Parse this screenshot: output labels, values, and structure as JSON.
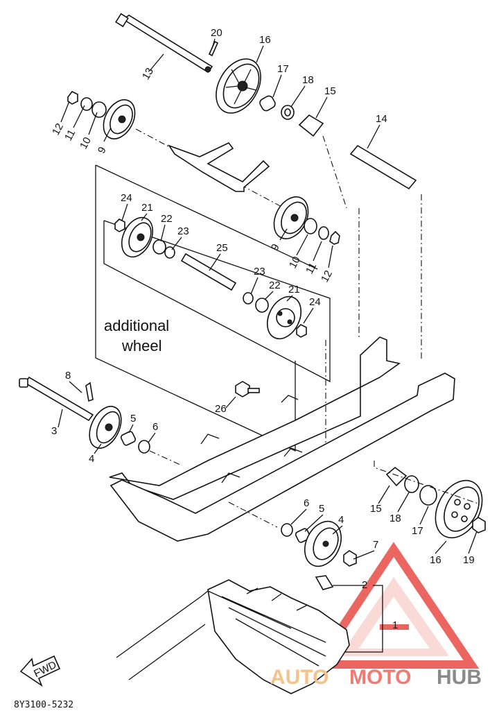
{
  "diagram": {
    "labels": {
      "l20": "20",
      "l16a": "16",
      "l13": "13",
      "l17a": "17",
      "l18a": "18",
      "l15a": "15",
      "l12a": "12",
      "l11a": "11",
      "l10a": "10",
      "l9a": "9",
      "l14": "14",
      "l24a": "24",
      "l21a": "21",
      "l22a": "22",
      "l23a": "23",
      "l9b": "9",
      "l10b": "10",
      "l11b": "11",
      "l12b": "12",
      "l25": "25",
      "l23b": "23",
      "l22b": "22",
      "l21b": "21",
      "l24b": "24",
      "l8": "8",
      "l3": "3",
      "l5a": "5",
      "l6a": "6",
      "l4a": "4",
      "l26": "26",
      "l15b": "15",
      "l18b": "18",
      "l17b": "17",
      "l16b": "16",
      "l19": "19",
      "l6b": "6",
      "l5b": "5",
      "l4b": "4",
      "l7": "7",
      "l2": "2",
      "l1": "1"
    },
    "note_line1": "additional",
    "note_line2": "wheel",
    "fwd": "FWD",
    "drawing_code": "8Y3100-5232"
  },
  "watermark": {
    "part1": "AUTO",
    "part2": "MOTO",
    "part3": "HUB",
    "colors": {
      "triangle": "#e8403a",
      "accent": "#f4a259",
      "gray": "#8a8a8a"
    }
  }
}
